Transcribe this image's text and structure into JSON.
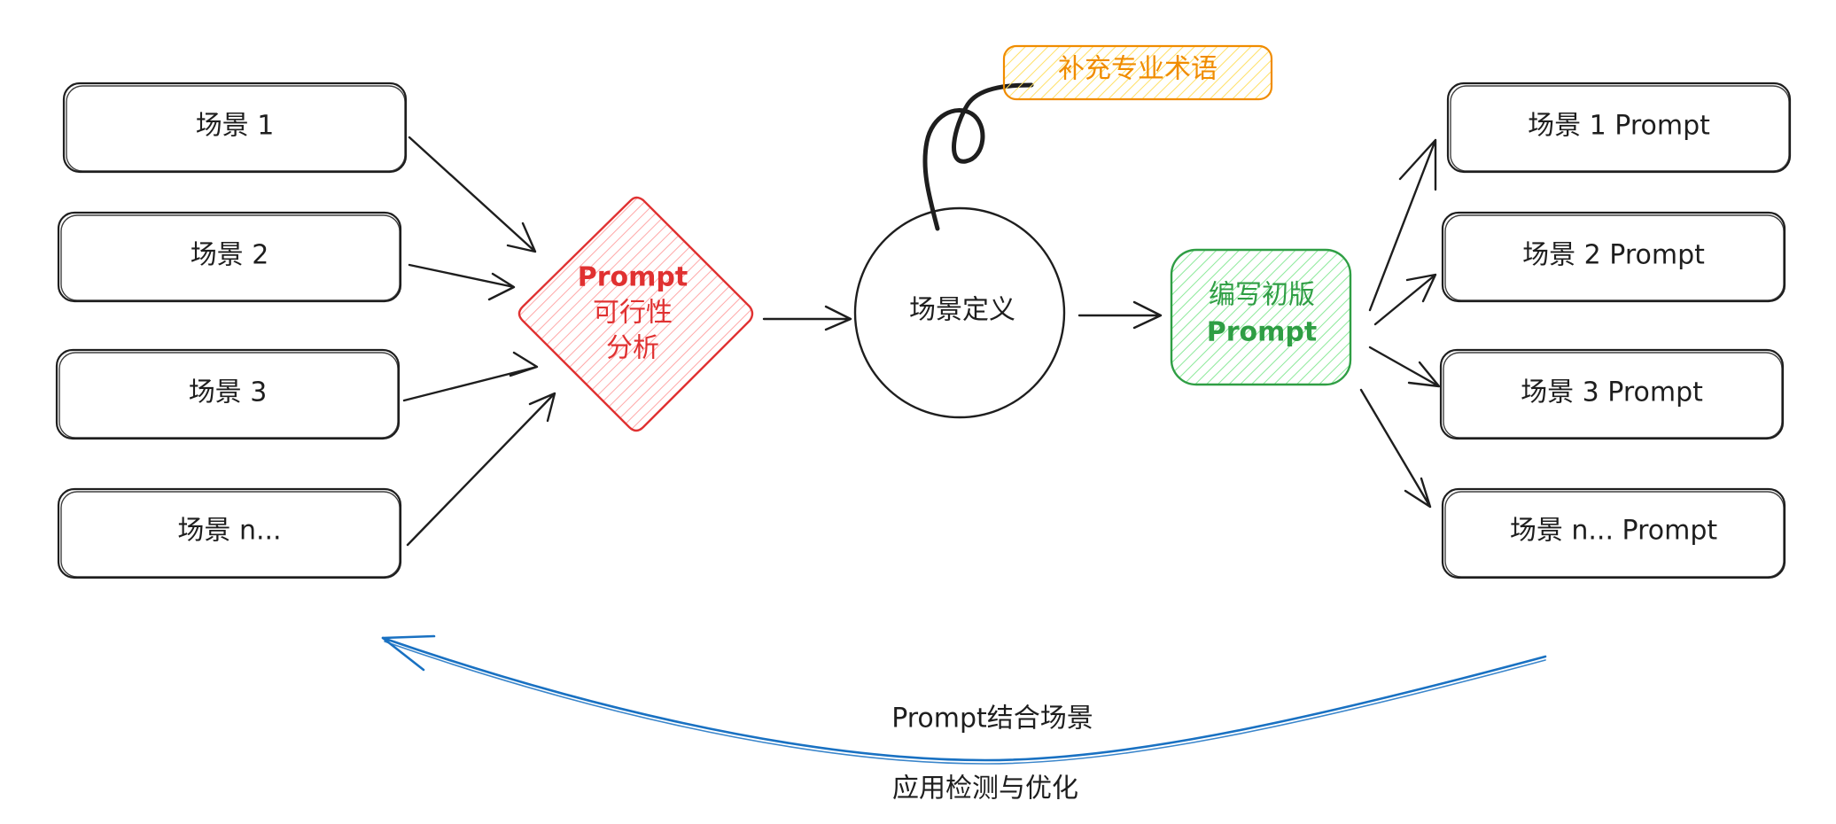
{
  "nodes": {
    "left": [
      {
        "label": "场景 1"
      },
      {
        "label": "场景 2"
      },
      {
        "label": "场景 3"
      },
      {
        "label": "场景 n..."
      }
    ],
    "feasibility": {
      "lines": [
        "Prompt",
        "可行性",
        "分析"
      ],
      "color": "#e03131",
      "fill": "#ffc9c9"
    },
    "definition": {
      "label": "场景定义"
    },
    "draft": {
      "lines": [
        "编写初版",
        "Prompt"
      ],
      "color": "#2f9e44",
      "fill": "#b2f2bb"
    },
    "note": {
      "label": "补充专业术语",
      "color": "#f08c00",
      "fill": "#ffec99"
    },
    "right": [
      {
        "label": "场景 1 Prompt"
      },
      {
        "label": "场景 2 Prompt"
      },
      {
        "label": "场景 3 Prompt"
      },
      {
        "label": "场景 n... Prompt"
      }
    ]
  },
  "feedback": {
    "line1": "Prompt结合场景",
    "line2": "应用检测与优化",
    "color": "#1971c2"
  }
}
